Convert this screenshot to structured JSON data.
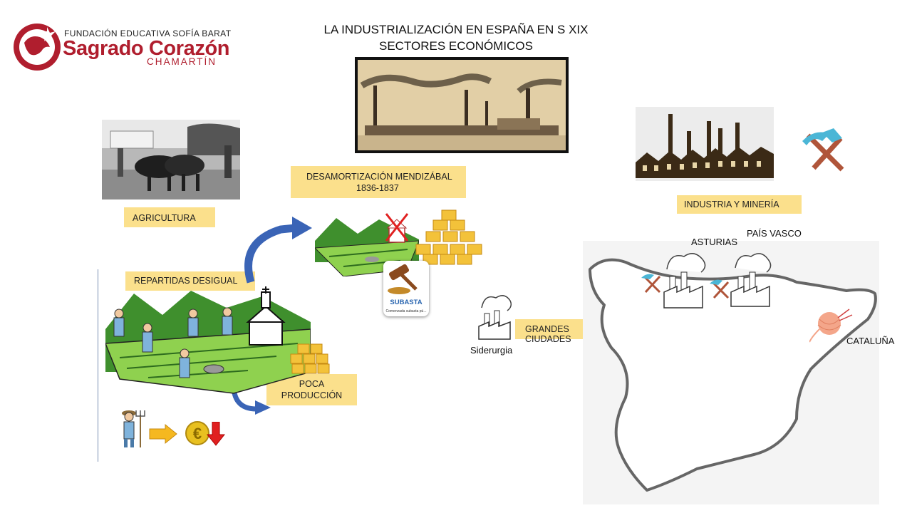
{
  "logo": {
    "line1": "FUNDACIÓN EDUCATIVA SOFÍA BARAT",
    "line2": "Sagrado Corazón",
    "line3": "CHAMARTÍN"
  },
  "title": {
    "line1": "LA INDUSTRIALIZACIÓN EN ESPAÑA EN S XIX",
    "line2": "SECTORES ECONÓMICOS"
  },
  "labels": {
    "agricultura": "AGRICULTURA",
    "desamortizacion_line1": "DESAMORTIZACIÓN MENDIZÁBAL",
    "desamortizacion_line2": "1836-1837",
    "repartidas": "REPARTIDAS  DESIGUAL",
    "poca_line1": "POCA",
    "poca_line2": "PRODUCCIÓN",
    "industria": "INDUSTRIA Y MINERÍA",
    "grandes_ciudades": "GRANDES CIUDADES"
  },
  "map_labels": {
    "asturias": "ASTURIAS",
    "pais_vasco": "PAÍS VASCO",
    "cataluna": "CATALUÑA",
    "siderurgia": "Siderurgia"
  },
  "subasta": {
    "title": "SUBASTA",
    "caption": "Comenzada subasta pú..."
  },
  "icons": {
    "euro": "€"
  },
  "colors": {
    "brand_red": "#b01e2e",
    "label_yellow": "#fbe08c",
    "arrow_blue": "#3a64b6"
  }
}
